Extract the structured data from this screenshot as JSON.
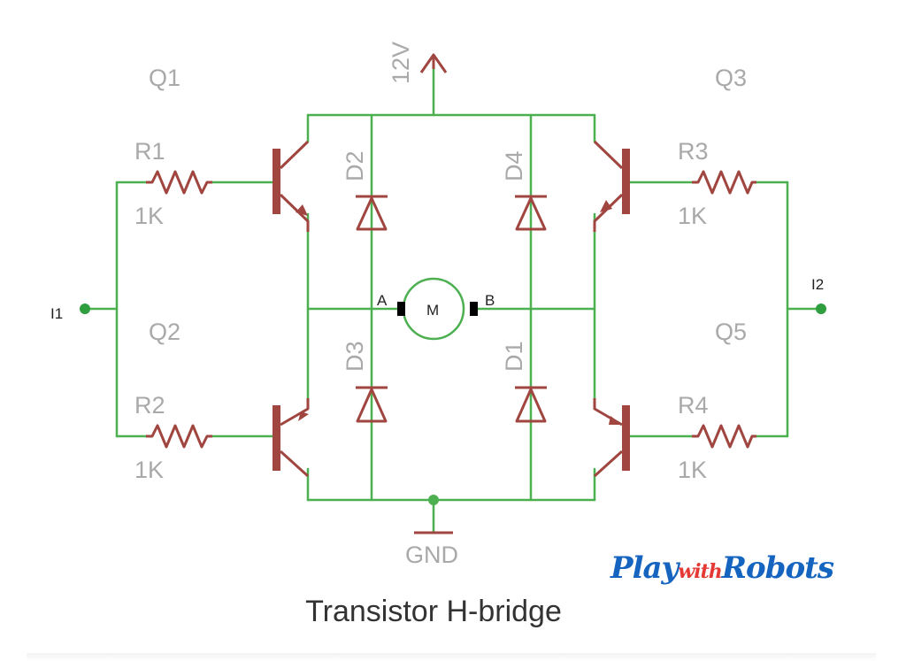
{
  "diagram": {
    "supply_label": "12V",
    "ground_label": "GND",
    "caption": "Transistor H-bridge",
    "transistors": {
      "q1": "Q1",
      "q2": "Q2",
      "q3": "Q3",
      "q5": "Q5"
    },
    "resistors": {
      "r1": {
        "name": "R1",
        "value": "1K"
      },
      "r2": {
        "name": "R2",
        "value": "1K"
      },
      "r3": {
        "name": "R3",
        "value": "1K"
      },
      "r4": {
        "name": "R4",
        "value": "1K"
      }
    },
    "diodes": {
      "d1": "D1",
      "d2": "D2",
      "d3": "D3",
      "d4": "D4"
    },
    "motor": {
      "label": "M",
      "terminal_a": "A",
      "terminal_b": "B"
    },
    "inputs": {
      "i1": "I1",
      "i2": "I2"
    },
    "colors": {
      "wire": "#4caf50",
      "component": "#a0453f",
      "label": "#a9a9a9"
    }
  },
  "logo": {
    "part1": "Play",
    "part2": "with",
    "part3": "Robots"
  }
}
